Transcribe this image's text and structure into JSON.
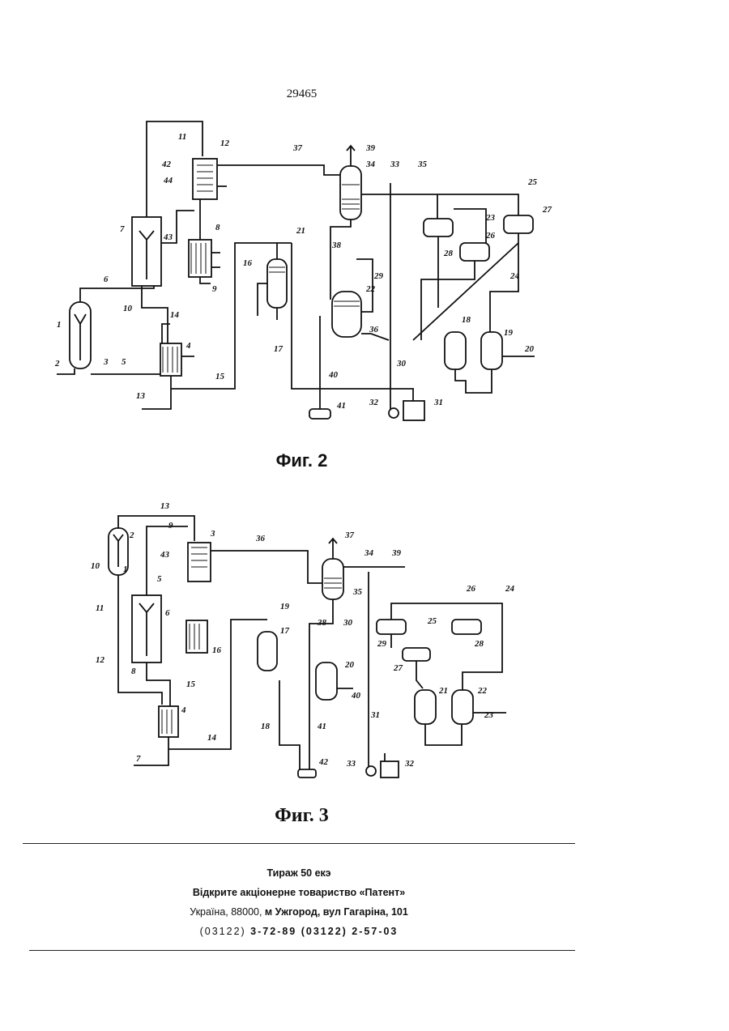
{
  "page_number": "29465",
  "figures": [
    {
      "caption": "Фиг. 2",
      "labels": [
        "1",
        "2",
        "3",
        "4",
        "5",
        "6",
        "7",
        "8",
        "9",
        "10",
        "11",
        "12",
        "13",
        "14",
        "15",
        "16",
        "17",
        "18",
        "19",
        "20",
        "21",
        "22",
        "23",
        "24",
        "25",
        "26",
        "27",
        "28",
        "29",
        "30",
        "31",
        "32",
        "33",
        "34",
        "35",
        "36",
        "37",
        "38",
        "39",
        "40",
        "41",
        "42",
        "43",
        "44"
      ]
    },
    {
      "caption": "Фиг. 3",
      "labels": [
        "1",
        "2",
        "3",
        "4",
        "5",
        "6",
        "7",
        "8",
        "9",
        "10",
        "11",
        "12",
        "13",
        "14",
        "15",
        "16",
        "17",
        "18",
        "19",
        "20",
        "21",
        "22",
        "23",
        "24",
        "25",
        "26",
        "27",
        "28",
        "29",
        "30",
        "31",
        "32",
        "33",
        "34",
        "35",
        "36",
        "37",
        "38",
        "39",
        "40",
        "41",
        "42",
        "43"
      ]
    }
  ],
  "imprint": {
    "print_run": "Тираж 50 екэ",
    "company": "Відкрите акціонерне товариство «Патент»",
    "address_plain": "Україна, 88000, ",
    "address_bold": "м Ужгород, вул Гагаріна, 101",
    "phone_code_1": "(03122) ",
    "phone_number_1": "3-72-89 ",
    "phone_code_2": "(03122) ",
    "phone_number_2": "2-57-03"
  }
}
